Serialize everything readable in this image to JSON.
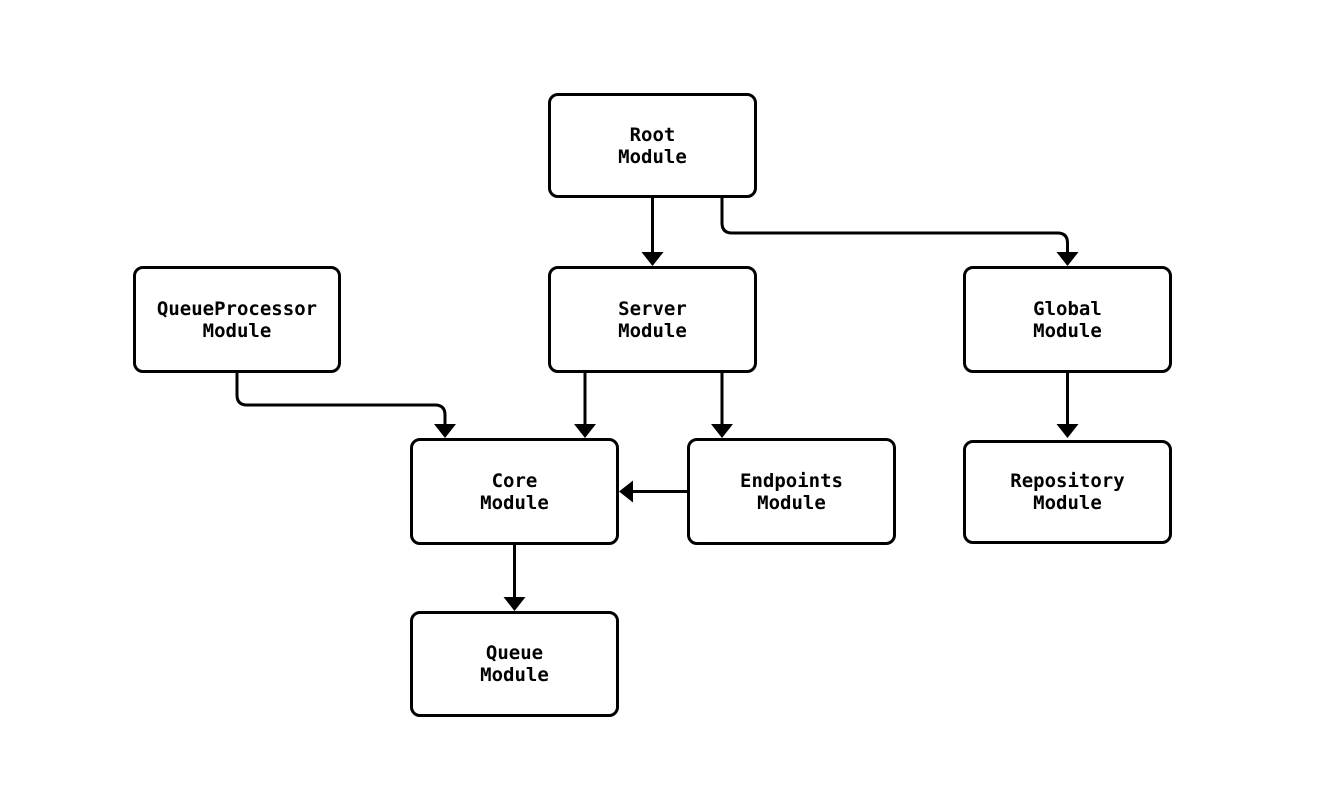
{
  "diagram": {
    "type": "flowchart",
    "background_color": "#ffffff",
    "node_fill_color": "#ffffff",
    "node_stroke_color": "#000000",
    "edge_color": "#000000",
    "nodes": {
      "root": {
        "label": "Root\nModule"
      },
      "queue_processor": {
        "label": "QueueProcessor\nModule"
      },
      "server": {
        "label": "Server\nModule"
      },
      "global": {
        "label": "Global\nModule"
      },
      "core": {
        "label": "Core\nModule"
      },
      "endpoints": {
        "label": "Endpoints\nModule"
      },
      "repository": {
        "label": "Repository\nModule"
      },
      "queue": {
        "label": "Queue\nModule"
      }
    },
    "edges": [
      {
        "from": "Root Module",
        "to": "Server Module"
      },
      {
        "from": "Root Module",
        "to": "Global Module"
      },
      {
        "from": "QueueProcessor Module",
        "to": "Core Module"
      },
      {
        "from": "Server Module",
        "to": "Core Module"
      },
      {
        "from": "Server Module",
        "to": "Endpoints Module"
      },
      {
        "from": "Endpoints Module",
        "to": "Core Module"
      },
      {
        "from": "Core Module",
        "to": "Queue Module"
      },
      {
        "from": "Global Module",
        "to": "Repository Module"
      }
    ]
  }
}
